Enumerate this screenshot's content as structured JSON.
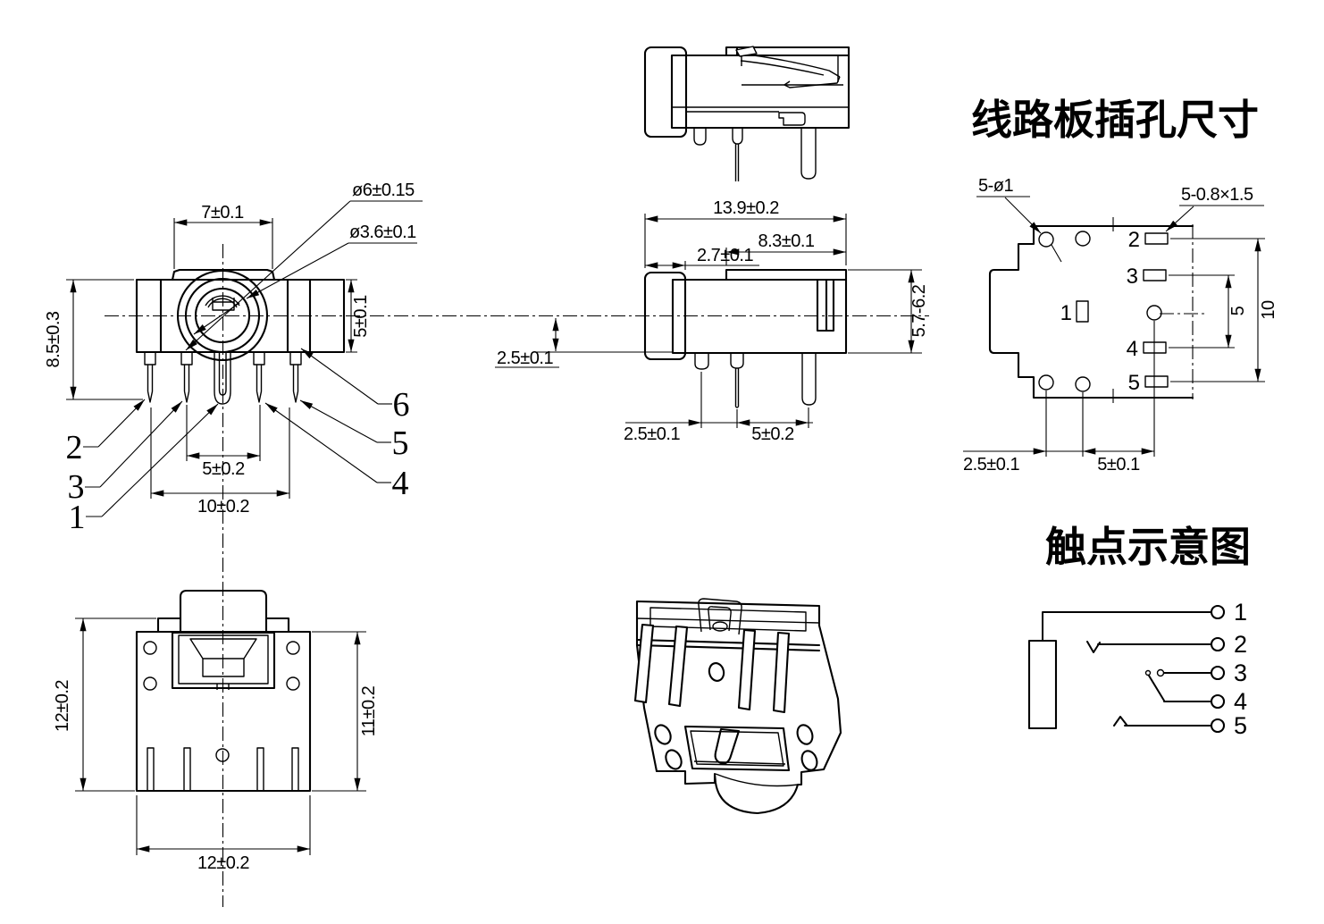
{
  "titles": {
    "pcb_holes": "线路板插孔尺寸",
    "contacts": "触点示意图"
  },
  "front_view": {
    "dim_top_width": "7±0.1",
    "dim_outer_dia": "ø6±0.15",
    "dim_inner_dia": "ø3.6±0.1",
    "dim_overall_height": "8.5±0.3",
    "dim_body_height": "5±0.1",
    "dim_pin_pitch": "5±0.2",
    "dim_pin_span": "10±0.2",
    "callout_1": "1",
    "callout_2": "2",
    "callout_3": "3",
    "callout_4": "4",
    "callout_5": "5",
    "callout_6": "6"
  },
  "side_view": {
    "dim_total_length": "13.9±0.2",
    "dim_body_length": "8.3±0.1",
    "dim_cap_length": "2.7±0.1",
    "dim_center_offset": "2.5±0.1",
    "dim_height_range": "5.7-6.2",
    "dim_pin_offset": "2.5±0.1",
    "dim_pin_pitch": "5±0.2"
  },
  "pcb_view": {
    "note_holes": "5-ø1",
    "note_slots": "5-0.8×1.5",
    "pad_numbers": [
      "1",
      "2",
      "3",
      "4",
      "5"
    ],
    "dim_pad_pitch": "5",
    "dim_pad_span": "10",
    "dim_hole_offset": "2.5±0.1",
    "dim_hole_pitch": "5±0.1"
  },
  "bottom_view": {
    "dim_overall_height": "12±0.2",
    "dim_body_height": "11±0.2",
    "dim_width": "12±0.2"
  },
  "contact_view": {
    "pin_numbers": [
      "1",
      "2",
      "3",
      "4",
      "5"
    ]
  }
}
